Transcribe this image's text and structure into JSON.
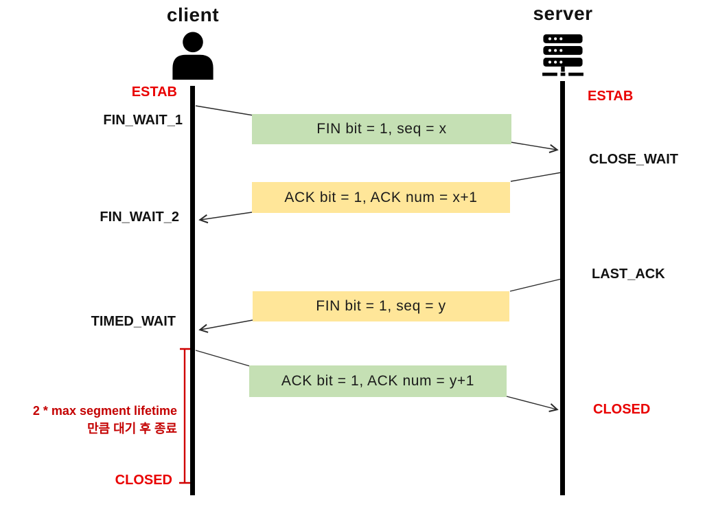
{
  "client": {
    "title": "client",
    "states": {
      "estab": "ESTAB",
      "fin_wait_1": "FIN_WAIT_1",
      "fin_wait_2": "FIN_WAIT_2",
      "timed_wait": "TIMED_WAIT",
      "closed": "CLOSED"
    }
  },
  "server": {
    "title": "server",
    "states": {
      "estab": "ESTAB",
      "close_wait": "CLOSE_WAIT",
      "last_ack": "LAST_ACK",
      "closed": "CLOSED"
    }
  },
  "messages": [
    {
      "label": "FIN bit = 1, seq = x",
      "direction": "client-to-server",
      "color": "#c5e0b4"
    },
    {
      "label": "ACK bit = 1, ACK num = x+1",
      "direction": "server-to-client",
      "color": "#ffe699"
    },
    {
      "label": "FIN bit = 1, seq = y",
      "direction": "server-to-client",
      "color": "#ffe699"
    },
    {
      "label": "ACK bit = 1, ACK num = y+1",
      "direction": "client-to-server",
      "color": "#c5e0b4"
    }
  ],
  "annotation": {
    "line1": "2 * max segment lifetime",
    "line2": "만큼 대기 후 종료"
  },
  "icons": {
    "client": "person-icon",
    "server": "server-rack-icon"
  },
  "colors": {
    "state_red": "#e90000",
    "annotation_red": "#c40000",
    "green_box": "#c5e0b4",
    "yellow_box": "#ffe699",
    "lifeline_black": "#000000",
    "arrow_gray": "#2b2b2b"
  }
}
